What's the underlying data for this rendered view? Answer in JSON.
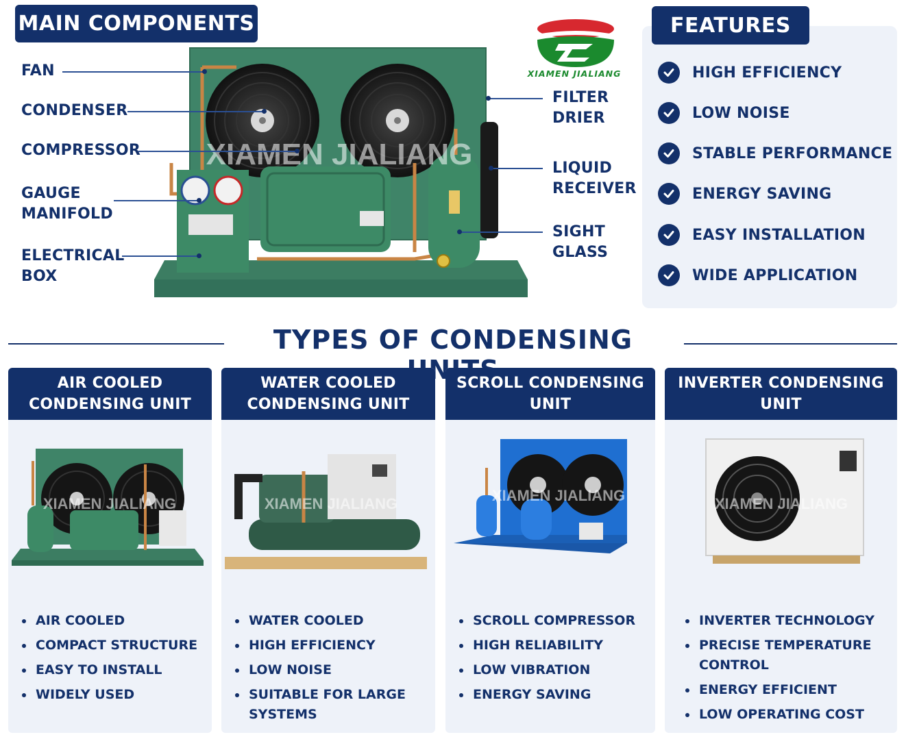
{
  "main": {
    "title": "MAIN COMPONENTS",
    "watermark": "XIAMEN JIALIANG",
    "labels": {
      "fan": "FAN",
      "condenser": "CONDENSER",
      "compressor": "COMPRESSOR",
      "gauge_l1": "GAUGE",
      "gauge_l2": "MANIFOLD",
      "electrical_l1": "ELECTRICAL",
      "electrical_l2": "BOX",
      "filter_l1": "FILTER",
      "filter_l2": "DRIER",
      "liquid_l1": "LIQUID",
      "liquid_l2": "RECEIVER",
      "sight_l1": "SIGHT",
      "sight_l2": "GLASS"
    }
  },
  "logo": {
    "text": "XIAMEN JIALIANG"
  },
  "features": {
    "title": "FEATURES",
    "items": [
      "HIGH EFFICIENCY",
      "LOW NOISE",
      "STABLE PERFORMANCE",
      "ENERGY SAVING",
      "EASY INSTALLATION",
      "WIDE APPLICATION"
    ]
  },
  "types": {
    "title": "TYPES OF CONDENSING UNITS",
    "cards": [
      {
        "head_l1": "AIR COOLED",
        "head_l2": "CONDENSING UNIT",
        "watermark": "XIAMEN JIALIANG",
        "bullets": [
          [
            "AIR COOLED"
          ],
          [
            "COMPACT STRUCTURE"
          ],
          [
            "EASY TO INSTALL"
          ],
          [
            "WIDELY USED"
          ]
        ]
      },
      {
        "head_l1": "WATER COOLED",
        "head_l2": "CONDENSING UNIT",
        "watermark": "XIAMEN JIALIANG",
        "bullets": [
          [
            "WATER COOLED"
          ],
          [
            "HIGH EFFICIENCY"
          ],
          [
            "LOW NOISE"
          ],
          [
            "SUITABLE FOR LARGE",
            "SYSTEMS"
          ]
        ]
      },
      {
        "head_l1": "SCROLL CONDENSING",
        "head_l2": "UNIT",
        "watermark": "XIAMEN JIALIANG",
        "bullets": [
          [
            "SCROLL COMPRESSOR"
          ],
          [
            "HIGH RELIABILITY"
          ],
          [
            "LOW VIBRATION"
          ],
          [
            "ENERGY SAVING"
          ]
        ]
      },
      {
        "head_l1": "INVERTER CONDENSING",
        "head_l2": "UNIT",
        "watermark": "XIAMEN JIALIANG",
        "bullets": [
          [
            "INVERTER TECHNOLOGY"
          ],
          [
            "PRECISE TEMPERATURE",
            "CONTROL"
          ],
          [
            "ENERGY EFFICIENT"
          ],
          [
            "LOW OPERATING COST"
          ]
        ]
      }
    ]
  },
  "colors": {
    "navy": "#13306a",
    "panel": "#eef2f9",
    "unit_green": "#3f8468",
    "scroll_blue": "#1f6fd1",
    "logo_red": "#d7282f",
    "logo_green": "#1b8a2e"
  }
}
